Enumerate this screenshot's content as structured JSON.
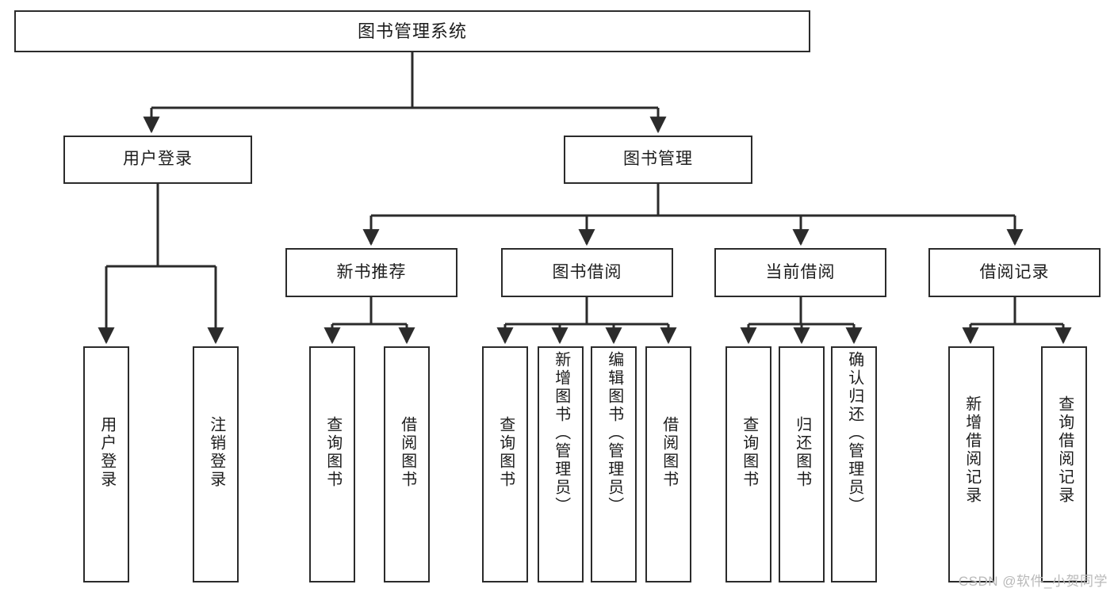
{
  "diagram": {
    "type": "tree",
    "title": "图书管理系统",
    "root": {
      "label": "图书管理系统"
    },
    "level2": [
      {
        "label": "用户登录"
      },
      {
        "label": "图书管理"
      }
    ],
    "level3": [
      {
        "label": "新书推荐"
      },
      {
        "label": "图书借阅"
      },
      {
        "label": "当前借阅"
      },
      {
        "label": "借阅记录"
      }
    ],
    "leaves": {
      "user_login": [
        {
          "label": "用户登录"
        },
        {
          "label": "注销登录"
        }
      ],
      "new_book_recommend": [
        {
          "label": "查询图书"
        },
        {
          "label": "借阅图书"
        }
      ],
      "book_borrow": [
        {
          "label": "查询图书"
        },
        {
          "label": "新增图书（管理员）"
        },
        {
          "label": "编辑图书（管理员）"
        },
        {
          "label": "借阅图书"
        }
      ],
      "current_borrow": [
        {
          "label": "查询图书"
        },
        {
          "label": "归还图书"
        },
        {
          "label": "确认归还（管理员）"
        }
      ],
      "borrow_record": [
        {
          "label": "新增借阅记录"
        },
        {
          "label": "查询借阅记录"
        }
      ]
    }
  },
  "watermark": {
    "text": "CSDN @软件_小贺同学"
  },
  "colors": {
    "border": "#2b2b2b",
    "background": "#ffffff",
    "text": "#1c1c1c",
    "watermark": "#b9b9b9"
  }
}
